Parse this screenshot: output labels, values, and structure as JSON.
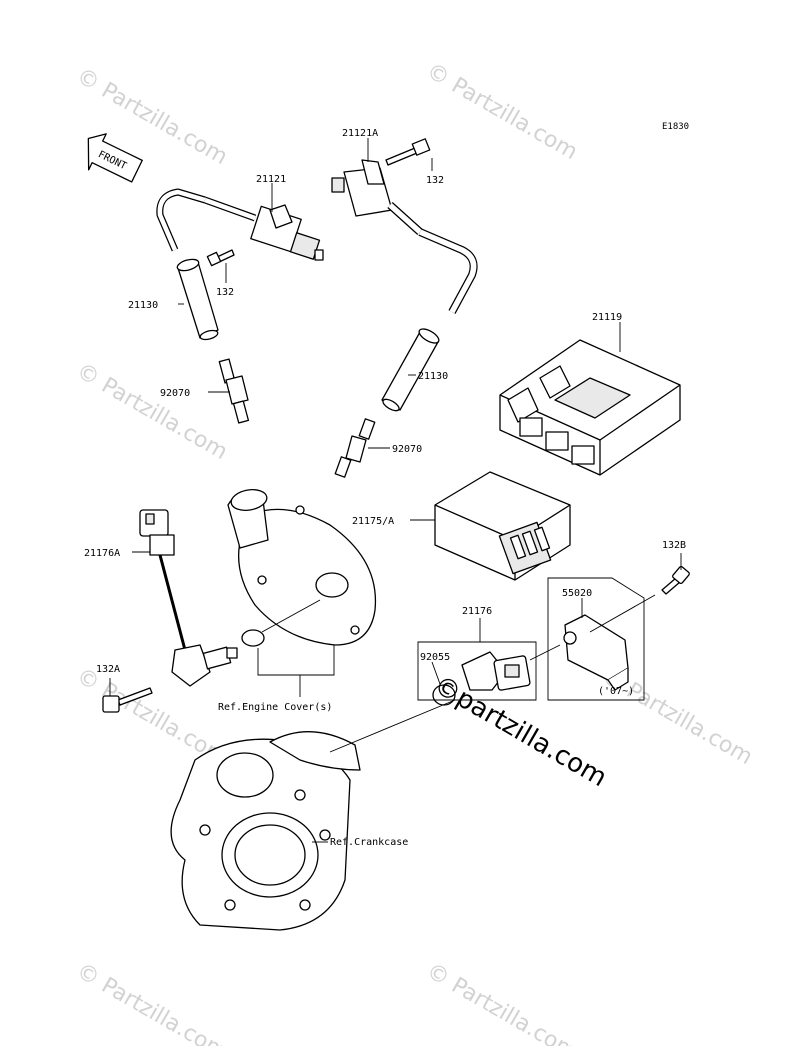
{
  "diagram": {
    "code": "E1830",
    "front_label": "FRONT",
    "labels": {
      "p21121": "21121",
      "p21121A": "21121A",
      "p132_left": "132",
      "p132_right": "132",
      "p21130_left": "21130",
      "p21130_right": "21130",
      "p92070_left": "92070",
      "p92070_right": "92070",
      "p21119": "21119",
      "p21175A": "21175/A",
      "p21176A": "21176A",
      "p132B": "132B",
      "p55020": "55020",
      "p21176": "21176",
      "p92055": "92055",
      "p132A": "132A",
      "note_07": "('07~)",
      "ref_engine_cover": "Ref.Engine Cover(s)",
      "ref_crankcase": "Ref.Crankcase"
    }
  },
  "watermark": {
    "text": "© Partzilla.com",
    "main_text": "©partzilla.com"
  }
}
